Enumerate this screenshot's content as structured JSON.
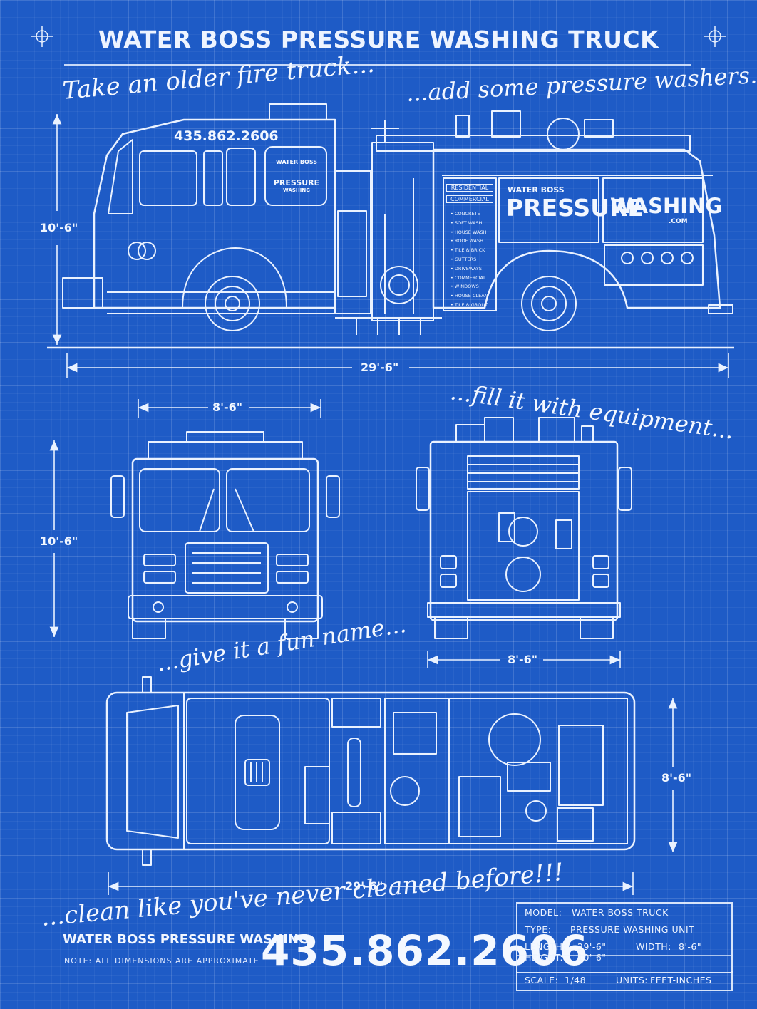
{
  "title": "WATER BOSS PRESSURE WASHING TRUCK",
  "captions": {
    "c1": "Take an older fire truck...",
    "c2": "...add some pressure washers...",
    "c3": "...fill it with equipment...",
    "c4": "...give it a fun name...",
    "c5": "...clean like you've never cleaned before!!!"
  },
  "truck_labels": {
    "phone": "435.862.2606",
    "logo_line1": "WATER BOSS",
    "logo_line2": "PRESSURE",
    "logo_line3": "WASHING",
    "side_small": "WATER BOSS",
    "side_big": "PRESSURE",
    "side_washing": "WASHING",
    "side_com": ".COM",
    "tag_residential": "RESIDENTIAL",
    "tag_commercial": "COMMERCIAL",
    "services": [
      "CONCRETE",
      "SOFT WASH",
      "HOUSE WASH",
      "ROOF WASH",
      "TILE & BRICK",
      "GUTTERS",
      "DRIVEWAYS",
      "COMMERCIAL",
      "WINDOWS",
      "HOUSE CLEAN",
      "TILE & GROUT"
    ]
  },
  "dimensions": {
    "side_height": "10'-6\"",
    "side_length": "29'-6\"",
    "front_width": "8'-6\"",
    "front_height": "10'-6\"",
    "rear_width": "8'-6\"",
    "top_width": "8'-6\"",
    "top_length": "29'-6\""
  },
  "footer": {
    "brand": "WATER BOSS PRESSURE WASHING",
    "note": "NOTE: ALL DIMENSIONS ARE APPROXIMATE",
    "phone": "435.862.2606"
  },
  "spec": {
    "model_label": "MODEL:",
    "model_value": "WATER BOSS TRUCK",
    "type_label": "TYPE:",
    "type_value": "PRESSURE WASHING UNIT",
    "length_label": "LENGTH:",
    "length_value": "29'-6\"",
    "width_label": "WIDTH:",
    "width_value": "8'-6\"",
    "height_label": "HEIGHT:",
    "height_value": "10'-6\"",
    "scale_label": "SCALE:",
    "scale_value": "1/48",
    "units_label": "UNITS:",
    "units_value": "FEET-INCHES"
  },
  "colors": {
    "background": "#1e5bc6",
    "line": "#eaf2ff"
  }
}
